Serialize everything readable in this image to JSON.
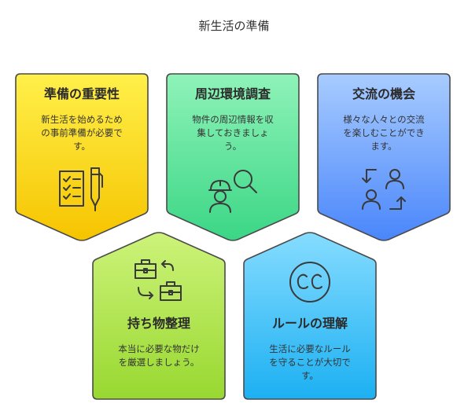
{
  "title": "新生活の準備",
  "cards": [
    {
      "title": "準備の重要性",
      "desc_lines": [
        "新生活を始めるため",
        "の事前準備が必要で",
        "す。"
      ],
      "icon": "document-pen-icon",
      "color_top": "#ffe63d",
      "color_bottom": "#f7c600"
    },
    {
      "title": "周辺環境調査",
      "desc_lines": [
        "物件の周辺情報を収",
        "集しておきましょ",
        "う。"
      ],
      "icon": "worker-search-icon",
      "color_top": "#7ff0b0",
      "color_bottom": "#3fd98a"
    },
    {
      "title": "交流の機会",
      "desc_lines": [
        "様々な人々との交流",
        "を楽しむことができ",
        "ます。"
      ],
      "icon": "people-exchange-icon",
      "color_top": "#9ec4ff",
      "color_bottom": "#4d8cff"
    },
    {
      "title": "持ち物整理",
      "desc_lines": [
        "本当に必要な物だけ",
        "を厳選しましょう。"
      ],
      "icon": "toolbox-swap-icon",
      "color_top": "#c8f06a",
      "color_bottom": "#9cdc34"
    },
    {
      "title": "ルールの理解",
      "desc_lines": [
        "生活に必要なルール",
        "を守ることが大切で",
        "す。"
      ],
      "icon": "cc-icon",
      "color_top": "#7cd8ff",
      "color_bottom": "#20b4f4"
    }
  ]
}
